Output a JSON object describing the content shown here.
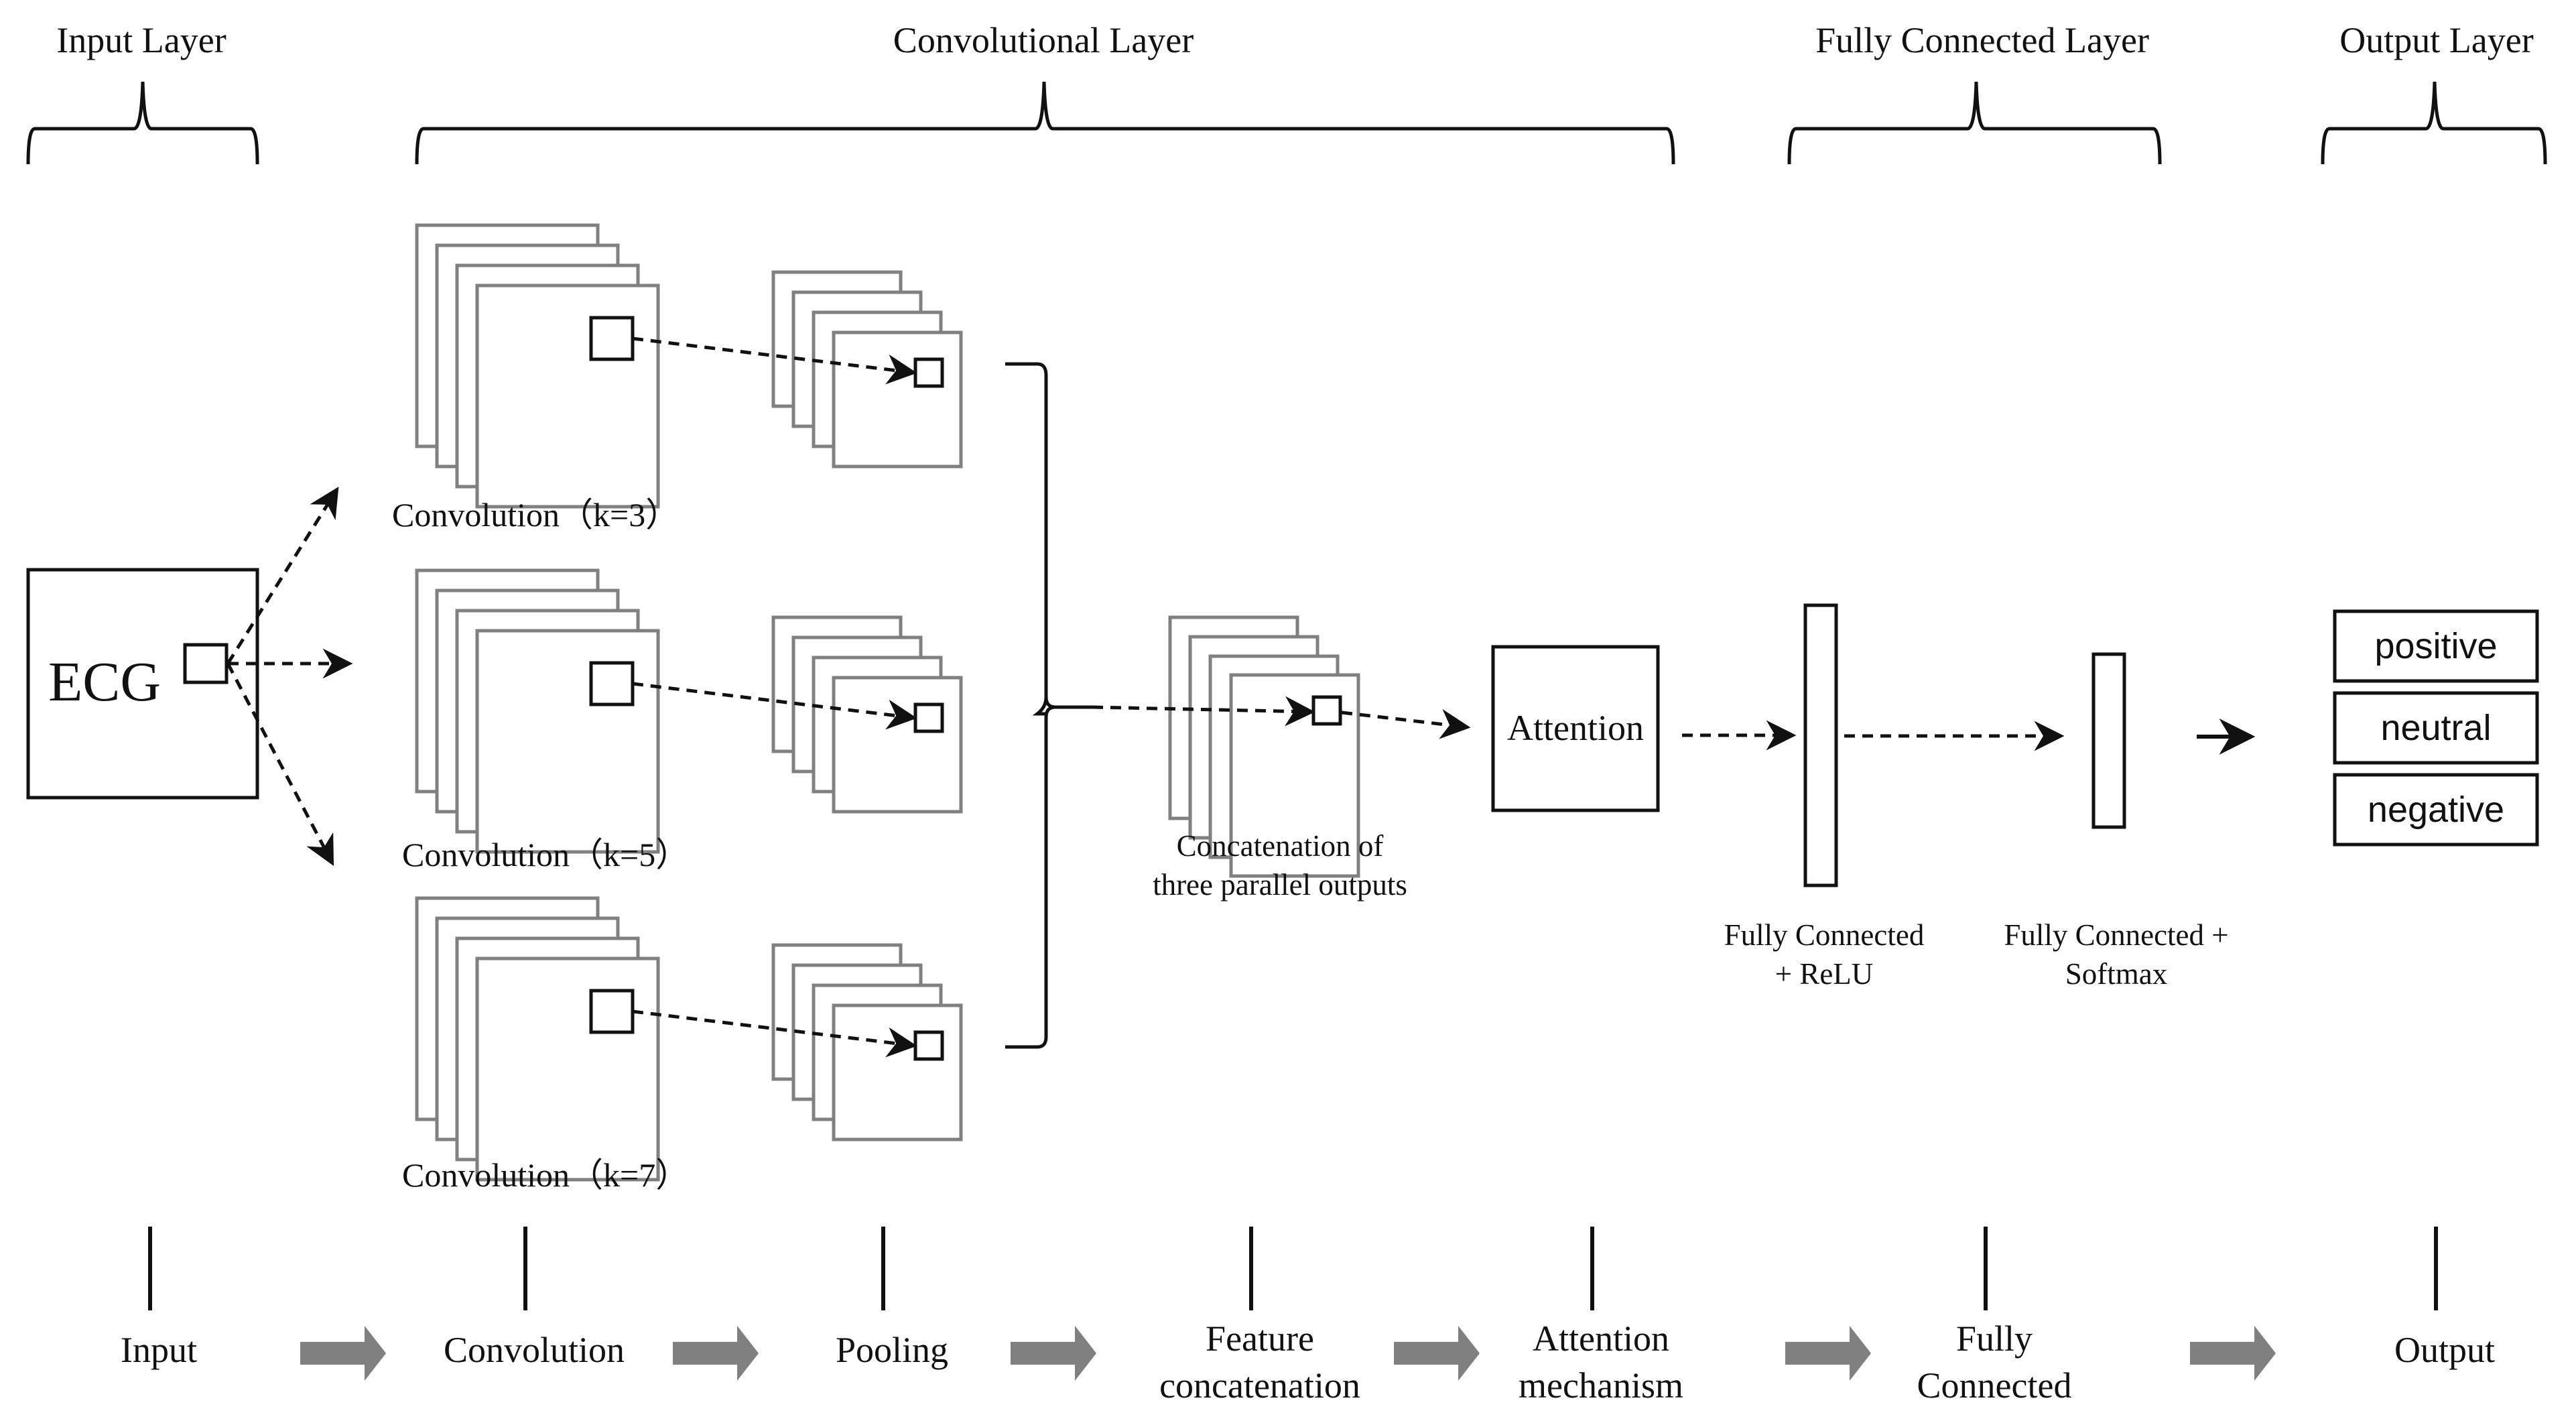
{
  "headers": {
    "input": "Input Layer",
    "conv": "Convolutional Layer",
    "fc": "Fully Connected Layer",
    "output": "Output Layer"
  },
  "input_box": {
    "label": "ECG"
  },
  "branches": [
    {
      "label": "Convolution（k=3）",
      "kernel": 3,
      "conv_color": "#74BFC6",
      "pool_color": "#BBE1E4"
    },
    {
      "label": "Convolution（k=5）",
      "kernel": 5,
      "conv_color": "#A3A3DF",
      "pool_color": "#D2D2F1"
    },
    {
      "label": "Convolution（k=7）",
      "kernel": 7,
      "conv_color": "#BFBFBF",
      "pool_color": "#F0F0F0"
    }
  ],
  "concat": {
    "color": "#00B0F0",
    "caption_line1": "Concatenation of",
    "caption_line2": "three parallel outputs"
  },
  "attention": {
    "label": "Attention"
  },
  "fc1": {
    "line1": "Fully Connected",
    "line2": "+ ReLU"
  },
  "fc2": {
    "line1": "Fully Connected +",
    "line2": "Softmax"
  },
  "outputs": [
    "positive",
    "neutral",
    "negative"
  ],
  "flow": [
    {
      "line1": "Input",
      "line2": ""
    },
    {
      "line1": "Convolution",
      "line2": ""
    },
    {
      "line1": "Pooling",
      "line2": ""
    },
    {
      "line1": "Feature",
      "line2": "concatenation"
    },
    {
      "line1": "Attention",
      "line2": "mechanism"
    },
    {
      "line1": "Fully",
      "line2": "Connected"
    },
    {
      "line1": "Output",
      "line2": ""
    }
  ],
  "colors": {
    "flow_arrow": "#808080",
    "frame_stroke": "#808080"
  }
}
